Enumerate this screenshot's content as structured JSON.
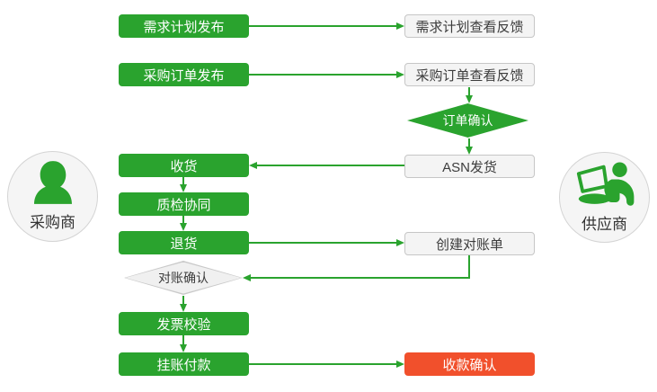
{
  "colors": {
    "green": "#2aa32e",
    "red": "#f1502c",
    "box_fill": "#f4f4f4",
    "box_border": "#c6c6c6",
    "diamond_fill": "#f0f0f0",
    "diamond_border": "#c9c9c9",
    "circle_fill": "#f5f5f5",
    "circle_border": "#d4d4d4",
    "text_dark": "#3c3c3c"
  },
  "actors": {
    "buyer": {
      "label": "采购商",
      "icon": "person-icon"
    },
    "supplier": {
      "label": "供应商",
      "icon": "person-laptop-icon"
    }
  },
  "nodes": {
    "demand_publish": {
      "label": "需求计划发布",
      "type": "process-green"
    },
    "demand_feedback": {
      "label": "需求计划查看反馈",
      "type": "process-plain"
    },
    "po_publish": {
      "label": "采购订单发布",
      "type": "process-green"
    },
    "po_feedback": {
      "label": "采购订单查看反馈",
      "type": "process-plain"
    },
    "order_confirm": {
      "label": "订单确认",
      "type": "decision-green"
    },
    "receive": {
      "label": "收货",
      "type": "process-green"
    },
    "asn_ship": {
      "label": "ASN发货",
      "type": "process-plain"
    },
    "quality_collab": {
      "label": "质检协同",
      "type": "process-green"
    },
    "return_goods": {
      "label": "退货",
      "type": "process-green"
    },
    "create_statement": {
      "label": "创建对账单",
      "type": "process-plain"
    },
    "recon_confirm": {
      "label": "对账确认",
      "type": "decision-gray"
    },
    "invoice_check": {
      "label": "发票校验",
      "type": "process-green"
    },
    "payment_on_account": {
      "label": "挂账付款",
      "type": "process-green"
    },
    "receipt_confirm": {
      "label": "收款确认",
      "type": "process-red"
    }
  }
}
